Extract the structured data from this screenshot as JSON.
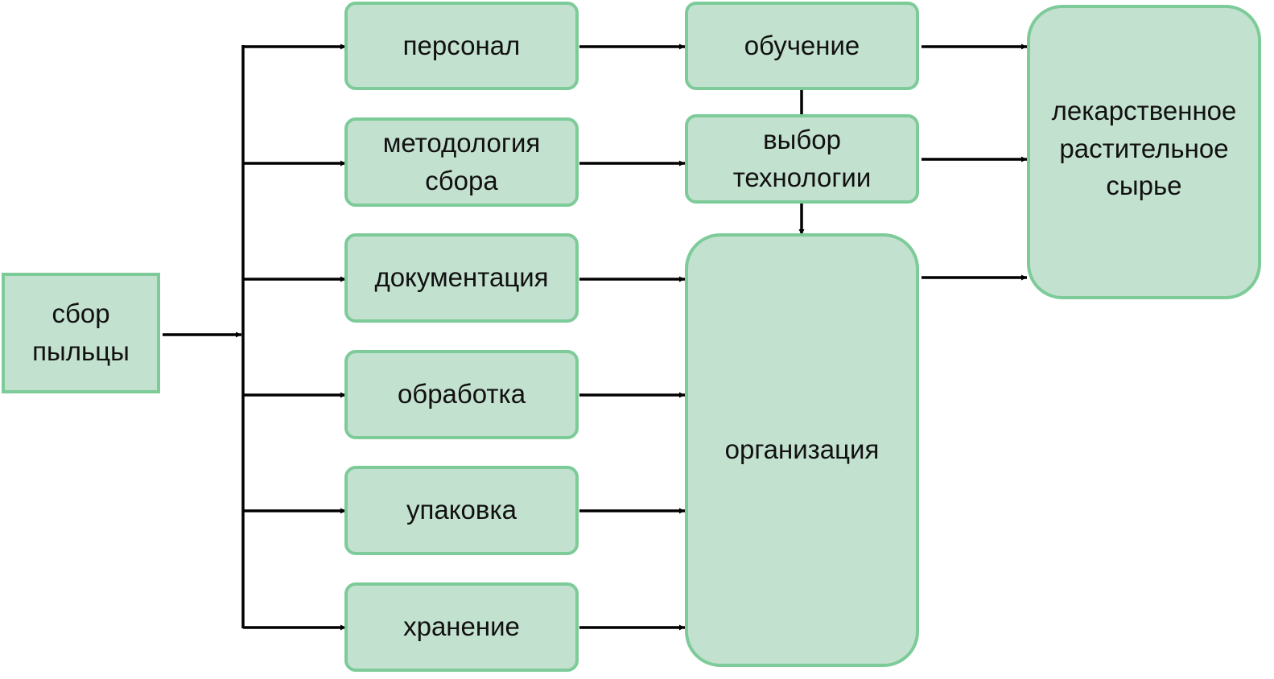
{
  "diagram": {
    "colors": {
      "node_fill": "#c3e1cf",
      "node_border": "#7ccb98",
      "arrow": "#000000",
      "text": "#111111"
    },
    "nodes": {
      "collection": "сбор\nпыльцы",
      "personnel": "персонал",
      "methodology": "методология\nсбора",
      "documentation": "документация",
      "processing": "обработка",
      "packaging": "упаковка",
      "storage": "хранение",
      "training": "обучение",
      "technology": "выбор\nтехнологии",
      "organization": "организация",
      "raw_material": "лекарственное\nрастительное\nсырье"
    }
  }
}
